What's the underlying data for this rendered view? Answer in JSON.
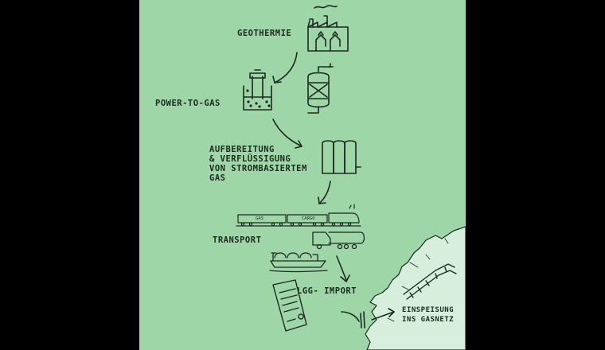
{
  "labels": {
    "geothermie": "GEOTHERMIE",
    "power_to_gas": "POWER-TO-GAS",
    "aufbereitung": [
      "AUFBEREITUNG",
      "& VERFLÜSSIGUNG",
      "VON STROMBASIERTEM",
      "GAS"
    ],
    "transport": "TRANSPORT",
    "lgg_import": "LGG- IMPORT",
    "einspeisung": [
      "EINSPEISUNG",
      "INS GASNETZ"
    ],
    "wagon_gas": "GAS",
    "wagon_cargo": "CARGO"
  },
  "colors": {
    "panel": "#9fd6a8",
    "ink": "#1b2a1f",
    "land": "#d8eedc",
    "frame": "#000000"
  },
  "icons": [
    "factory-icon",
    "electrolyzer-icon",
    "reactor-icon",
    "storage-tanks-icon",
    "train-icon",
    "truck-icon",
    "lng-ship-icon",
    "document-icon",
    "pipeline-icon"
  ]
}
